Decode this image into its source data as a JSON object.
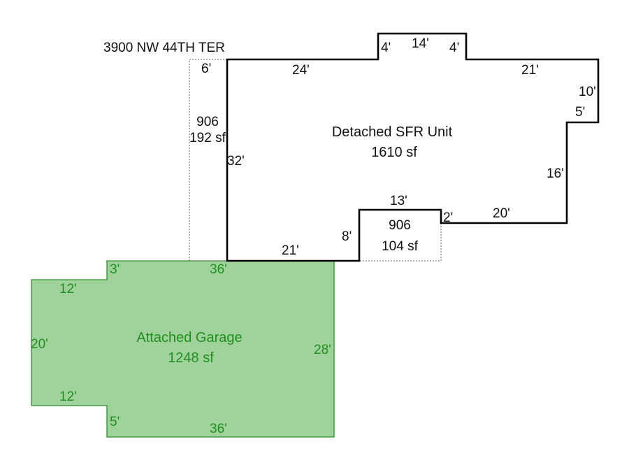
{
  "address": "3900 NW 44TH TER",
  "colors": {
    "garage_fill": "#9fd39b",
    "garage_stroke": "#2e8b2e",
    "garage_text": "#1f8f1f",
    "house_stroke": "#000000",
    "addition_stroke": "#666666"
  },
  "house": {
    "name": "Detached SFR Unit",
    "area": "1610 sf",
    "dims": {
      "top_left": "24'",
      "notch_left": "4'",
      "notch_top": "14'",
      "notch_right": "4'",
      "top_right": "21'",
      "right_upper": "10'",
      "step_right": "5'",
      "right_lower": "16'",
      "bottom_right": "20'",
      "small_step": "2'",
      "inset_top": "13'",
      "inset_side": "8'",
      "bottom_left": "21'",
      "left_side": "32'"
    }
  },
  "addition_left": {
    "code": "906",
    "area": "192 sf",
    "width": "6'"
  },
  "addition_bottom": {
    "code": "906",
    "area": "104 sf"
  },
  "garage": {
    "name": "Attached Garage",
    "area": "1248 sf",
    "dims": {
      "top_step": "3'",
      "top": "36'",
      "upper_left": "12'",
      "left": "20'",
      "right": "28'",
      "lower_left": "12'",
      "bottom_step": "5'",
      "bottom": "36'"
    }
  }
}
